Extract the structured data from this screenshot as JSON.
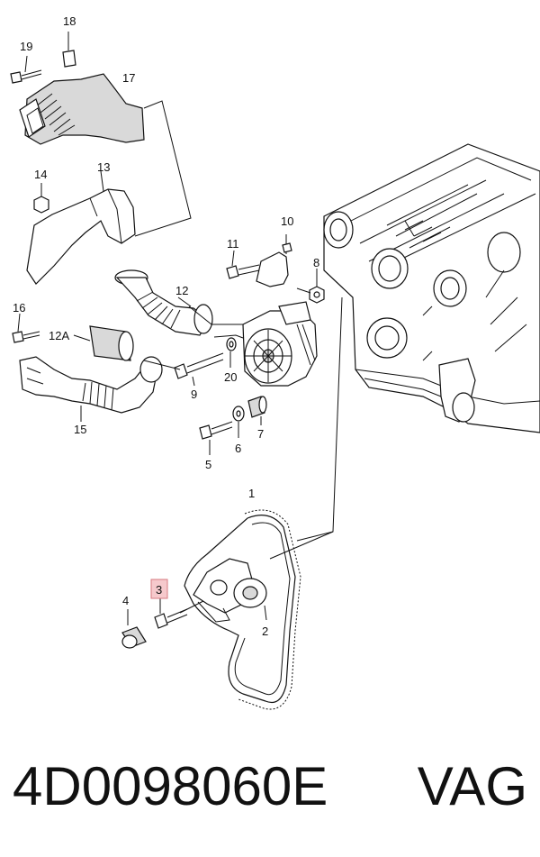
{
  "callouts": {
    "c1": "1",
    "c2": "2",
    "c3": "3",
    "c4": "4",
    "c5": "5",
    "c6": "6",
    "c7": "7",
    "c8": "8",
    "c9": "9",
    "c10": "10",
    "c11": "11",
    "c12": "12",
    "c12a": "12A",
    "c13": "13",
    "c14": "14",
    "c15": "15",
    "c16": "16",
    "c17": "17",
    "c18": "18",
    "c19": "19",
    "c20": "20"
  },
  "highlighted_callout": "3",
  "highlight_color": "#f6c9cc",
  "footer": {
    "part_number": "4D0098060E",
    "brand": "VAG"
  }
}
